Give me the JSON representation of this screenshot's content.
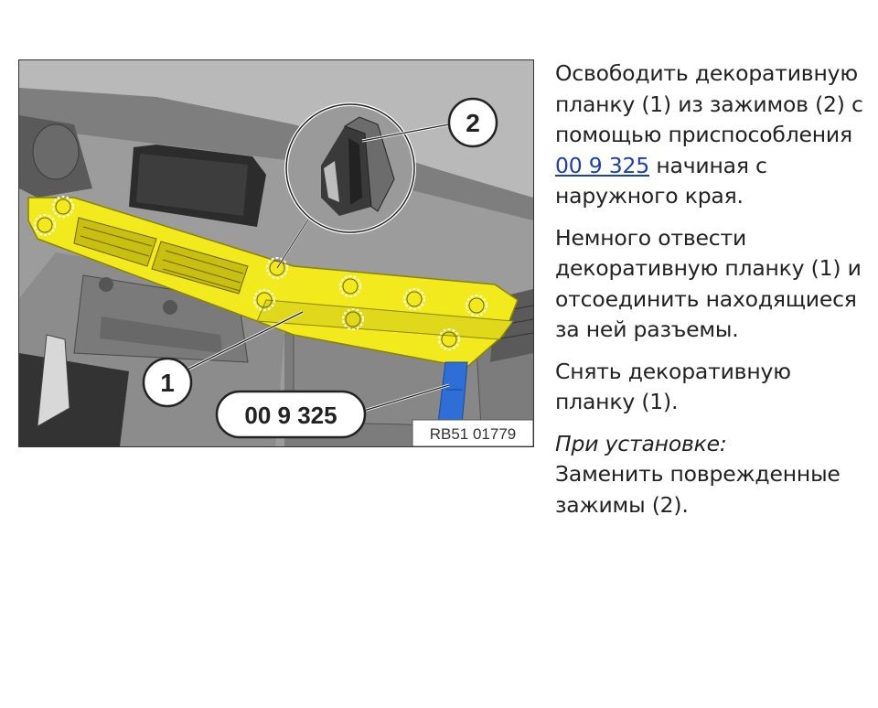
{
  "figure": {
    "callout_1": "1",
    "callout_2": "2",
    "tool_label": "00 9 325",
    "ref_code": "RB51 01779"
  },
  "instructions": {
    "p1_before": "Освободить декоративную планку (1) из зажимов (2) с помощью приспособления ",
    "p1_link": "00 9 325",
    "p1_after": " начиная с наружного края.",
    "p2": "Немного отвести декоративную планку (1) и отсоединить находящиеся за ней разъемы.",
    "p3": "Снять декоративную планку (1).",
    "note_label": "При установке:",
    "note_text": "Заменить поврежденные зажимы (2)."
  },
  "colors": {
    "trim_highlight": "#f2ea1c",
    "tool_blue": "#2d6fd6",
    "link": "#1a3faf"
  }
}
